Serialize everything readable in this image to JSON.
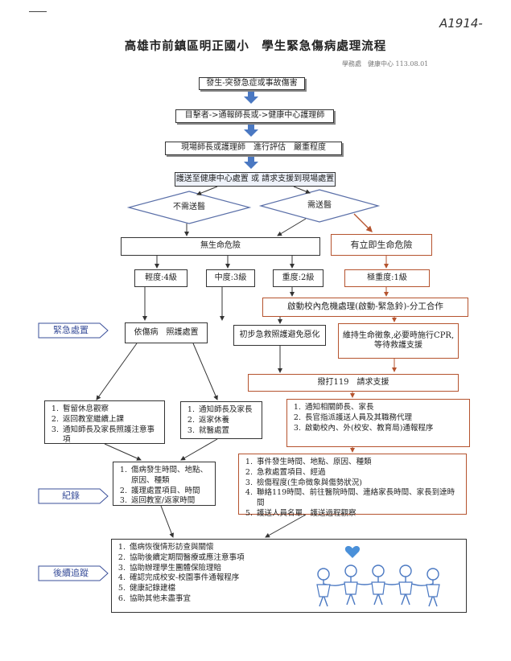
{
  "page": {
    "corner_mark": "A1914-",
    "title": "高雄市前鎮區明正國小　學生緊急傷病處理流程",
    "subtitle": "學務處　健康中心 113.08.01"
  },
  "flow": {
    "step1": "發生-突發急症或事故傷害",
    "step2": "目擊者->通報師長或->健康中心護理師",
    "step3": "現場師長或護理師　進行評估　嚴重程度",
    "step4": "護送至健康中心處置 或 請求支援到現場處置",
    "diamond_left": "不需送醫",
    "diamond_right": "需送醫",
    "no_life_danger": "無生命危險",
    "life_danger": "有立即生命危險",
    "levels": [
      "輕度:4級",
      "中度:3級",
      "重度:2級",
      "極重度:1級"
    ],
    "activate": "啟動校內危機處理(啟動-緊急鈴)-分工合作",
    "care": "依傷病　照護處置",
    "first_aid": "初步急救照護避免惡化",
    "cpr": "維持生命徵象,必要時施行CPR,\n等待救護支援",
    "call_119": "撥打119　請求支援"
  },
  "side_labels": {
    "emergency": "緊急處置",
    "record": "紀錄",
    "follow_up": "後續追蹤"
  },
  "lists": {
    "mild": [
      "暫留休息觀察",
      "返回教室繼續上課",
      "通知師長及家長照護注意事項"
    ],
    "moderate": [
      "通知師長及家長",
      "返家休養",
      "就醫處置"
    ],
    "severe": [
      "通知相關師長、家長",
      "長官指派護送人員及其職務代理",
      "啟動校內、外(校安、教育局)通報程序"
    ],
    "record_left": [
      "傷病發生時間、地點、原因、種類",
      "護理處置項目、時間",
      "返回教室/返家時間"
    ],
    "record_right": [
      "事件發生時間、地點、原因、種類",
      "急救處置項目、經過",
      "檢傷程度(生命徵象與傷勢狀況)",
      "聯絡119時間、前往醫院時間、連絡家長時間、家長到達時間",
      "護送人員名單、護送過程觀察"
    ],
    "follow": [
      "傷病恢復情形訪查與關懷",
      "協助後續定期間醫療或應注意事項",
      "協助辦理學生團體保險理賠",
      "確認完成校安-校園事件通報程序",
      "健康記錄建檔",
      "協助其他未盡事宜"
    ]
  },
  "colors": {
    "arrow_blue": "#4a78c2",
    "accent_red": "#b5532e",
    "label_blue": "#3a4f9a"
  },
  "illustration": {
    "icon": "children-holding-hands-heart-icon"
  }
}
